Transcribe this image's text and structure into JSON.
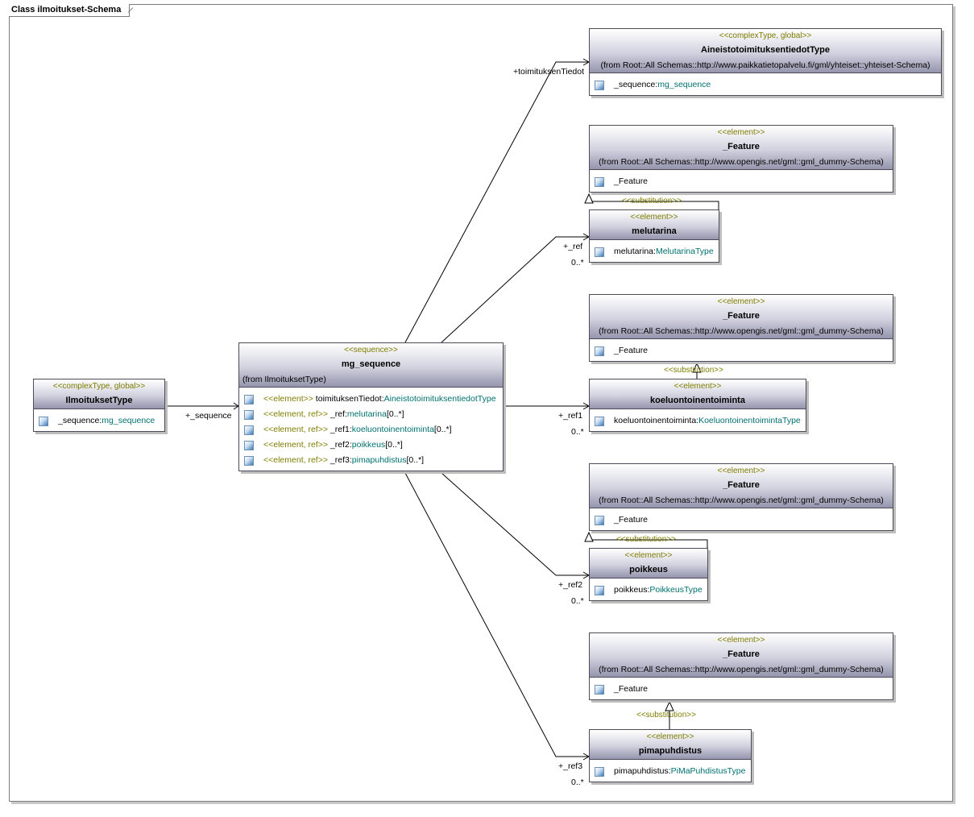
{
  "frame": {
    "title": "Class ilmoitukset-Schema"
  },
  "boxes": {
    "ilmoitukset": {
      "stereotype": "<<complexType, global>>",
      "name": "IlmoituksetType",
      "attrs": [
        {
          "name": "_sequence:",
          "type": "mg_sequence"
        }
      ]
    },
    "seq": {
      "stereotype": "<<sequence>>",
      "name": "mg_sequence",
      "from": "(from IlmoituksetType)",
      "attrs": [
        {
          "stereo": "<<element>>",
          "name": " toimituksenTiedot:",
          "type": "AineistotoimituksentiedotType",
          "mult": ""
        },
        {
          "stereo": "<<element, ref>>",
          "name": " _ref:",
          "type": "melutarina",
          "mult": "[0..*]"
        },
        {
          "stereo": "<<element, ref>>",
          "name": " _ref1:",
          "type": "koeluontoinentoiminta",
          "mult": "[0..*]"
        },
        {
          "stereo": "<<element, ref>>",
          "name": " _ref2:",
          "type": "poikkeus",
          "mult": "[0..*]"
        },
        {
          "stereo": "<<element, ref>>",
          "name": " _ref3:",
          "type": "pimapuhdistus",
          "mult": "[0..*]"
        }
      ]
    },
    "aineisto": {
      "stereotype": "<<complexType, global>>",
      "name": "AineistotoimituksentiedotType",
      "from": "(from Root::All Schemas::http://www.paikkatietopalvelu.fi/gml/yhteiset::yhteiset-Schema)",
      "attrs": [
        {
          "name": "_sequence:",
          "type": "mg_sequence"
        }
      ]
    },
    "feature1": {
      "stereotype": "<<element>>",
      "name": "_Feature",
      "from": "(from Root::All Schemas::http://www.opengis.net/gml::gml_dummy-Schema)",
      "attrs": [
        {
          "name": "_Feature",
          "type": ""
        }
      ]
    },
    "melutarina": {
      "stereotype": "<<element>>",
      "name": "melutarina",
      "attrs": [
        {
          "name": "melutarina:",
          "type": "MelutarinaType"
        }
      ]
    },
    "feature2": {
      "stereotype": "<<element>>",
      "name": "_Feature",
      "from": "(from Root::All Schemas::http://www.opengis.net/gml::gml_dummy-Schema)",
      "attrs": [
        {
          "name": "_Feature",
          "type": ""
        }
      ]
    },
    "koe": {
      "stereotype": "<<element>>",
      "name": "koeluontoinentoiminta",
      "attrs": [
        {
          "name": "koeluontoinentoiminta:",
          "type": "KoeluontoinentoimintaType"
        }
      ]
    },
    "feature3": {
      "stereotype": "<<element>>",
      "name": "_Feature",
      "from": "(from Root::All Schemas::http://www.opengis.net/gml::gml_dummy-Schema)",
      "attrs": [
        {
          "name": "_Feature",
          "type": ""
        }
      ]
    },
    "poikkeus": {
      "stereotype": "<<element>>",
      "name": "poikkeus",
      "attrs": [
        {
          "name": "poikkeus:",
          "type": "PoikkeusType"
        }
      ]
    },
    "feature4": {
      "stereotype": "<<element>>",
      "name": "_Feature",
      "from": "(from Root::All Schemas::http://www.opengis.net/gml::gml_dummy-Schema)",
      "attrs": [
        {
          "name": "_Feature",
          "type": ""
        }
      ]
    },
    "pima": {
      "stereotype": "<<element>>",
      "name": "pimapuhdistus",
      "attrs": [
        {
          "name": "pimapuhdistus:",
          "type": "PiMaPuhdistusType"
        }
      ]
    }
  },
  "labels": {
    "sequence_role": "+_sequence",
    "toimitus_role": "+toimituksenTiedot",
    "ref_role": "+_ref",
    "ref_mult": "0..*",
    "ref1_role": "+_ref1",
    "ref1_mult": "0..*",
    "ref2_role": "+_ref2",
    "ref2_mult": "0..*",
    "ref3_role": "+_ref3",
    "ref3_mult": "0..*",
    "substitution": "<<substitution>>"
  }
}
